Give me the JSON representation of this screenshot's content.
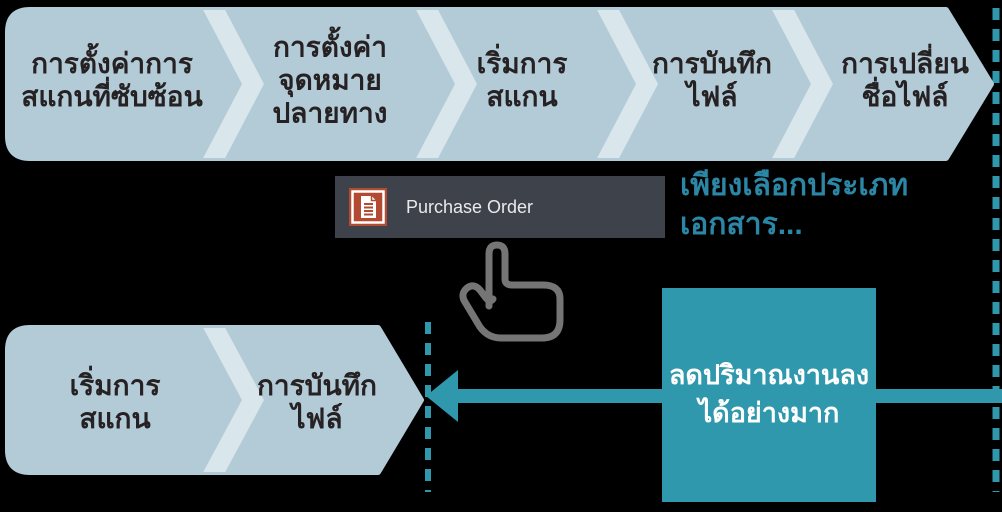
{
  "top_flow": {
    "steps": [
      {
        "label": "การตั้งค่าการ\nสแกนที่ซับซ้อน"
      },
      {
        "label": "การตั้งค่า\nจุดหมาย\nปลายทาง"
      },
      {
        "label": "เริ่มการ\nสแกน"
      },
      {
        "label": "การบันทึก\nไฟล์"
      },
      {
        "label": "การเปลี่ยน\nชื่อไฟล์"
      }
    ]
  },
  "bottom_flow": {
    "steps": [
      {
        "label": "เริ่มการ\nสแกน"
      },
      {
        "label": "การบันทึก\nไฟล์"
      }
    ]
  },
  "purchase_order": {
    "label": "Purchase Order",
    "icon": "purchase-order-document-icon"
  },
  "callout": {
    "text": "เพียงเลือกประเภท\nเอกสาร..."
  },
  "benefit_box": {
    "text": "ลดปริมาณงานลง\nได้อย่างมาก"
  },
  "icons": {
    "hand": "hand-pointer-icon",
    "document": "document-icon"
  },
  "colors": {
    "background": "#000000",
    "chevron_fill": "#b3cbd7",
    "chevron_band": "#d9e6ec",
    "chevron_text": "#262123",
    "teal_accent": "#2f98ad",
    "callout_text": "#2b87a5",
    "purchase_order_bg": "#3e434b",
    "purchase_order_text": "#e9eaec",
    "document_icon_red": "#b24b31",
    "hand_outline": "#757575",
    "benefit_text": "#ffffff"
  }
}
